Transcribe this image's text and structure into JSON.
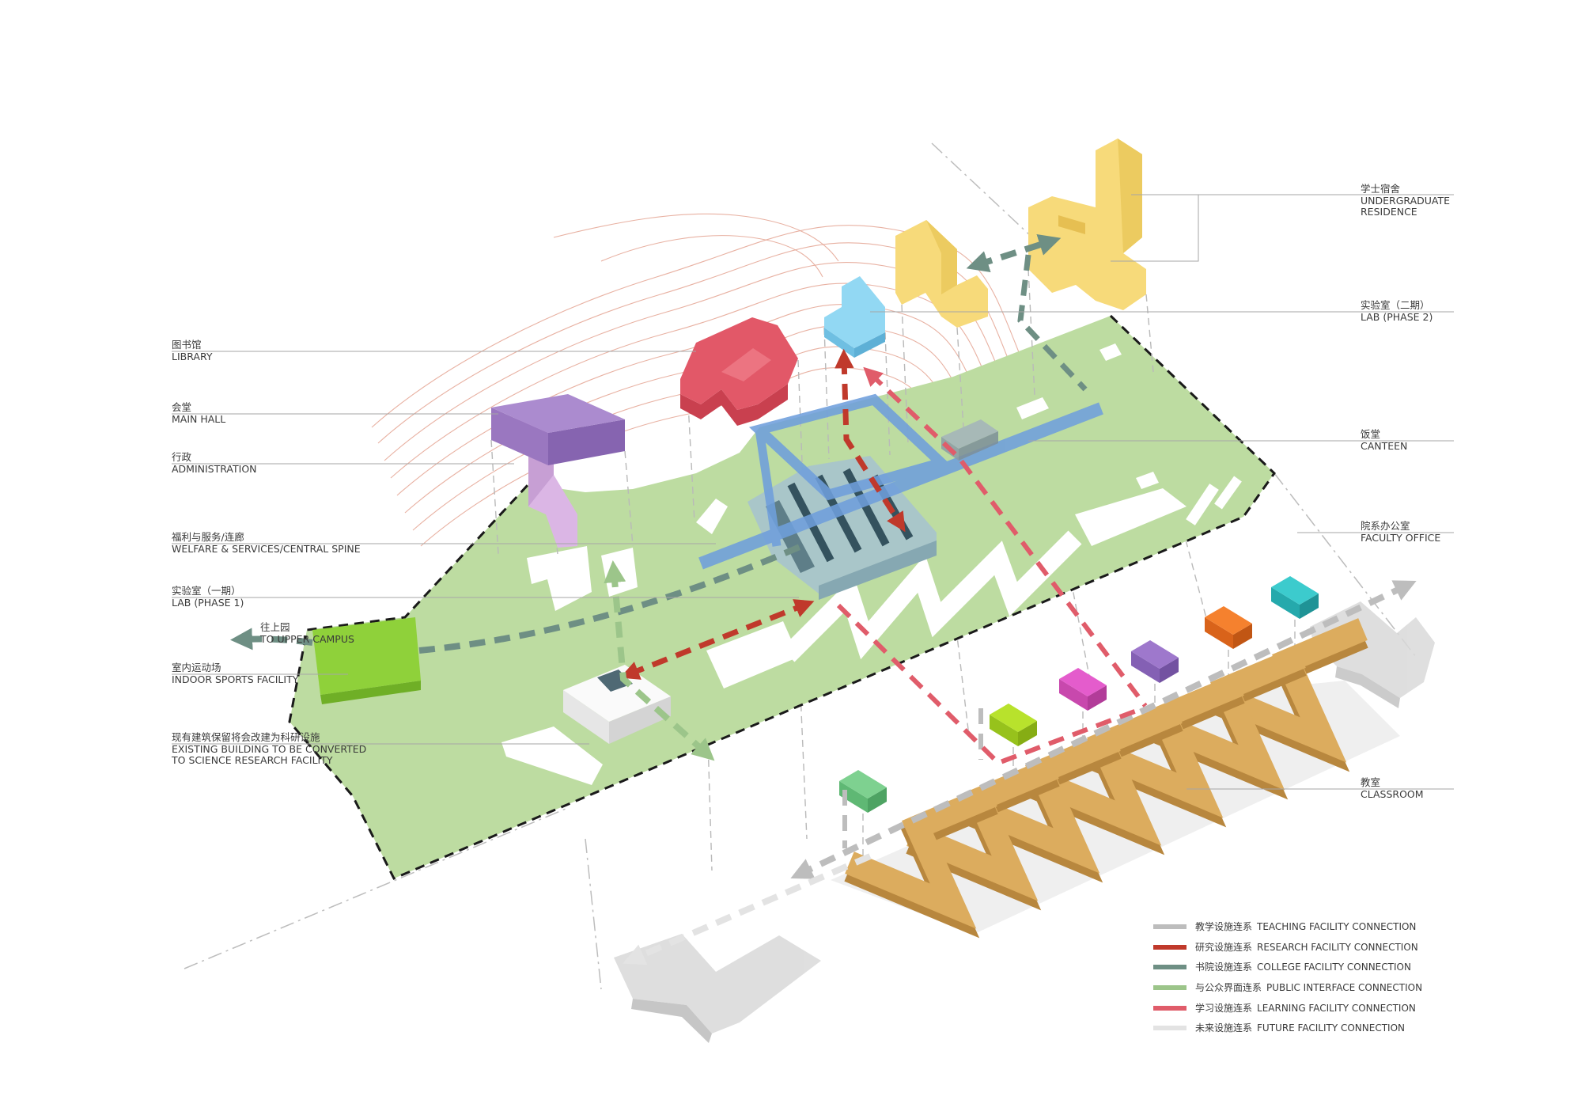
{
  "labels": {
    "library": {
      "cn": "图书馆",
      "en": "LIBRARY"
    },
    "main_hall": {
      "cn": "会堂",
      "en": "MAIN HALL"
    },
    "administration": {
      "cn": "行政",
      "en": "ADMINISTRATION"
    },
    "welfare": {
      "cn": "福利与服务/连廊",
      "en": "WELFARE & SERVICES/CENTRAL SPINE"
    },
    "lab_phase1": {
      "cn": "实验室（一期）",
      "en": "LAB (PHASE 1)"
    },
    "indoor_sports": {
      "cn": "室内运动场",
      "en": "INDOOR SPORTS FACILITY"
    },
    "existing_building": {
      "cn": "现有建筑保留将会改建为科研设施",
      "en": "EXISTING BUILDING TO BE CONVERTED",
      "en2": "TO SCIENCE RESEARCH FACILITY"
    },
    "upper_campus": {
      "cn": "往上园",
      "en": "TO UPPER CAMPUS"
    },
    "residence": {
      "cn": "学士宿舍",
      "en": "UNDERGRADUATE",
      "en2": "RESIDENCE"
    },
    "lab_phase2": {
      "cn": "实验室（二期）",
      "en": "LAB (PHASE 2)"
    },
    "canteen": {
      "cn": "饭堂",
      "en": "CANTEEN"
    },
    "faculty_office": {
      "cn": "院系办公室",
      "en": "FACULTY OFFICE"
    },
    "classroom": {
      "cn": "教室",
      "en": "CLASSROOM"
    }
  },
  "legend": [
    {
      "cn": "教学设施连系",
      "en": "TEACHING FACILITY CONNECTION",
      "color": "#bdbdbd"
    },
    {
      "cn": "研究设施连系",
      "en": "RESEARCH FACILITY CONNECTION",
      "color": "#c0392b"
    },
    {
      "cn": "书院设施连系",
      "en": "COLLEGE FACILITY CONNECTION",
      "color": "#6e8f84"
    },
    {
      "cn": "与公众界面连系",
      "en": "PUBLIC INTERFACE CONNECTION",
      "color": "#9cc58a"
    },
    {
      "cn": "学习设施连系",
      "en": "LEARNING FACILITY CONNECTION",
      "color": "#e05c6a"
    },
    {
      "cn": "未来设施连系",
      "en": "FUTURE FACILITY CONNECTION",
      "color": "#e3e3e3"
    }
  ]
}
